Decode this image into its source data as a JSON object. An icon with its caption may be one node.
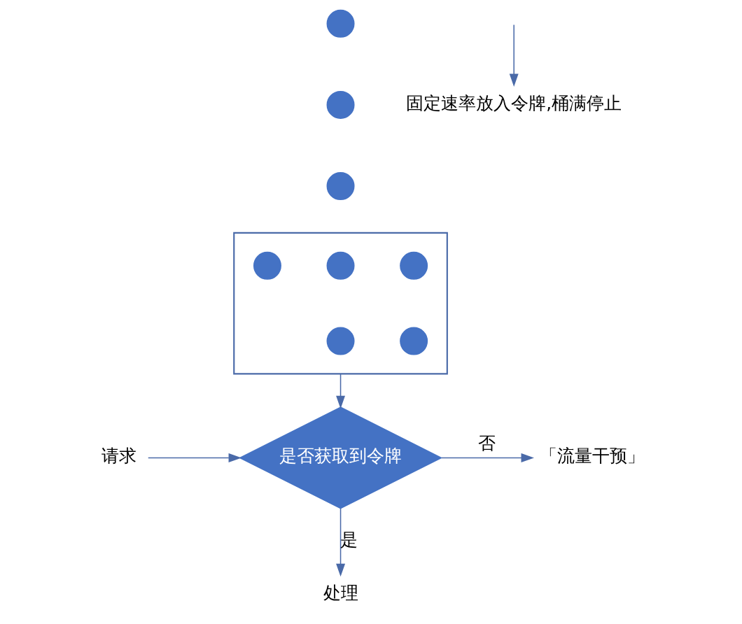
{
  "diagram": {
    "nodes": [
      {
        "text": [],
        "shape": "circle"
      },
      {
        "text": [],
        "shape": "circle"
      },
      {
        "text": [
          "固定速率放入令牌,桶满停止"
        ]
      },
      {
        "text": [],
        "shape": "circle"
      },
      {
        "text": [],
        "shape": "trapezoid"
      },
      {
        "text": [],
        "shape": "circle",
        "in": 4
      },
      {
        "text": [],
        "shape": "circle",
        "in": 4
      },
      {
        "text": [],
        "shape": "circle",
        "in": 4
      },
      {
        "text": [],
        "shape": "circle",
        "in": 4
      },
      {
        "text": [],
        "shape": "circle",
        "in": 4
      },
      {
        "text": [
          "请求"
        ]
      },
      {
        "text": [
          "是否获取到令牌"
        ]
      },
      {
        "text": [
          "「流量干预」"
        ]
      },
      {
        "text": [
          "处理"
        ]
      }
    ],
    "edges": [
      {
        "from": null,
        "to": 2,
        "arrow": "to"
      },
      {
        "from": 4,
        "to": 11,
        "arrow": "to"
      },
      {
        "from": 10,
        "to": 11,
        "arrow": "to"
      },
      {
        "from": 11,
        "to": 12,
        "label": "否",
        "arrow": "to"
      },
      {
        "from": 11,
        "to": 13,
        "label": "是",
        "arrow": "to"
      }
    ]
  }
}
